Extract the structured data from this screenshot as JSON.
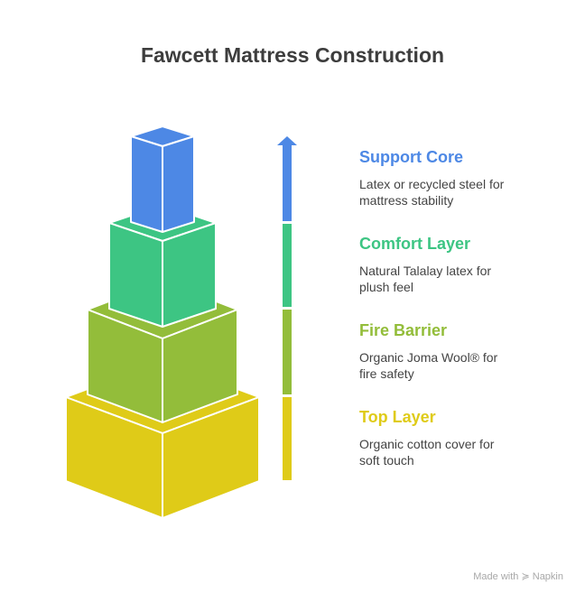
{
  "title": "Fawcett Mattress Construction",
  "layers": [
    {
      "name": "Support Core",
      "desc": "Latex or recycled steel for mattress stability",
      "color": "#4d88e5"
    },
    {
      "name": "Comfort Layer",
      "desc": "Natural Talalay latex for plush feel",
      "color": "#3dc583"
    },
    {
      "name": "Fire Barrier",
      "desc": "Organic Joma Wool® for fire safety",
      "color": "#93bd3a"
    },
    {
      "name": "Top Layer",
      "desc": "Organic cotton cover for soft touch",
      "color": "#dfcb18"
    }
  ],
  "footer": {
    "text": "Made with",
    "brand": "Napkin"
  }
}
